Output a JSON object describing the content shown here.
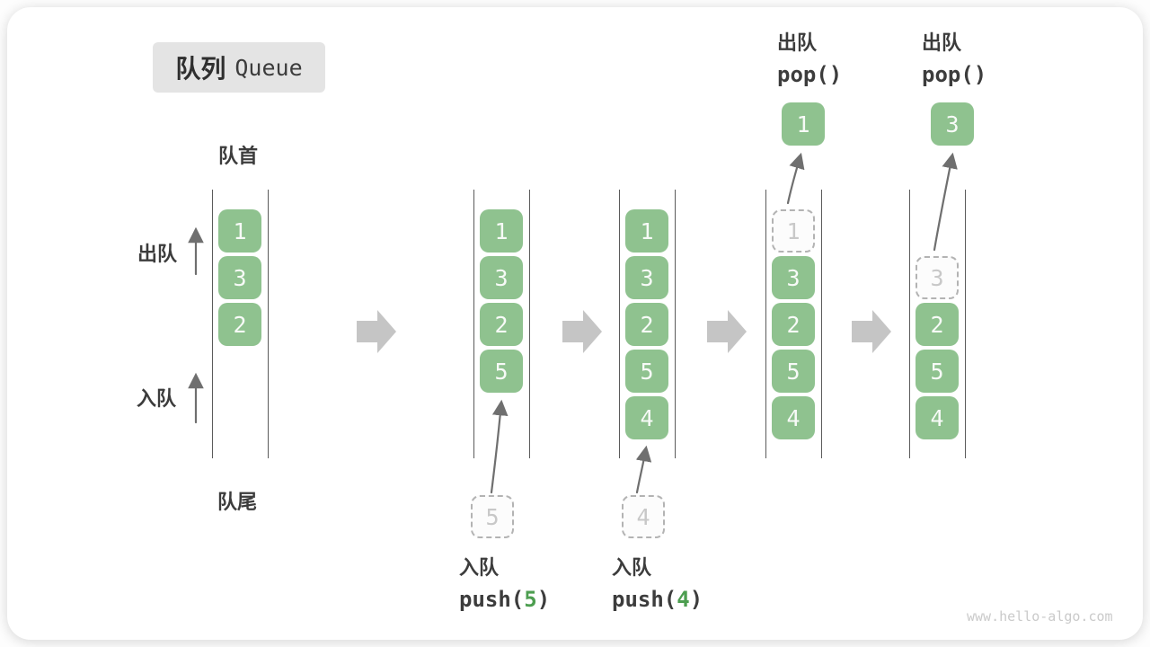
{
  "title": {
    "zh": "队列",
    "en": "Queue"
  },
  "side_labels": {
    "front": "队首",
    "rear": "队尾",
    "dequeue": "出队",
    "enqueue": "入队"
  },
  "queues": [
    {
      "name": "state-initial",
      "cells": [
        {
          "slot": 0,
          "value": "1",
          "type": "solid"
        },
        {
          "slot": 1,
          "value": "3",
          "type": "solid"
        },
        {
          "slot": 2,
          "value": "2",
          "type": "solid"
        }
      ]
    },
    {
      "name": "state-after-push-5",
      "cells": [
        {
          "slot": 0,
          "value": "1",
          "type": "solid"
        },
        {
          "slot": 1,
          "value": "3",
          "type": "solid"
        },
        {
          "slot": 2,
          "value": "2",
          "type": "solid"
        },
        {
          "slot": 3,
          "value": "5",
          "type": "solid"
        }
      ],
      "ghost": {
        "value": "5"
      }
    },
    {
      "name": "state-after-push-4",
      "cells": [
        {
          "slot": 0,
          "value": "1",
          "type": "solid"
        },
        {
          "slot": 1,
          "value": "3",
          "type": "solid"
        },
        {
          "slot": 2,
          "value": "2",
          "type": "solid"
        },
        {
          "slot": 3,
          "value": "5",
          "type": "solid"
        },
        {
          "slot": 4,
          "value": "4",
          "type": "solid"
        }
      ],
      "ghost": {
        "value": "4"
      }
    },
    {
      "name": "state-after-pop-1",
      "cells": [
        {
          "slot": 0,
          "value": "1",
          "type": "dashed"
        },
        {
          "slot": 1,
          "value": "3",
          "type": "solid"
        },
        {
          "slot": 2,
          "value": "2",
          "type": "solid"
        },
        {
          "slot": 3,
          "value": "5",
          "type": "solid"
        },
        {
          "slot": 4,
          "value": "4",
          "type": "solid"
        }
      ],
      "popped": {
        "value": "1"
      }
    },
    {
      "name": "state-after-pop-3",
      "cells": [
        {
          "slot": 1,
          "value": "3",
          "type": "dashed"
        },
        {
          "slot": 2,
          "value": "2",
          "type": "solid"
        },
        {
          "slot": 3,
          "value": "5",
          "type": "solid"
        },
        {
          "slot": 4,
          "value": "4",
          "type": "solid"
        }
      ],
      "popped": {
        "value": "3"
      }
    }
  ],
  "operations": {
    "push5": {
      "label": "入队",
      "code_open": "push(",
      "arg": "5",
      "code_close": ")"
    },
    "push4": {
      "label": "入队",
      "code_open": "push(",
      "arg": "4",
      "code_close": ")"
    },
    "pop1": {
      "label": "出队",
      "code": "pop()"
    },
    "pop2": {
      "label": "出队",
      "code": "pop()"
    }
  },
  "watermark": "www.hello-algo.com",
  "colors": {
    "cell_green": "#8FC28F",
    "code_arg_green": "#4D9E50",
    "block_arrow_gray": "#C5C5C5",
    "channel_line": "#5B5B5B",
    "dashed_border": "#B3B3B3"
  }
}
